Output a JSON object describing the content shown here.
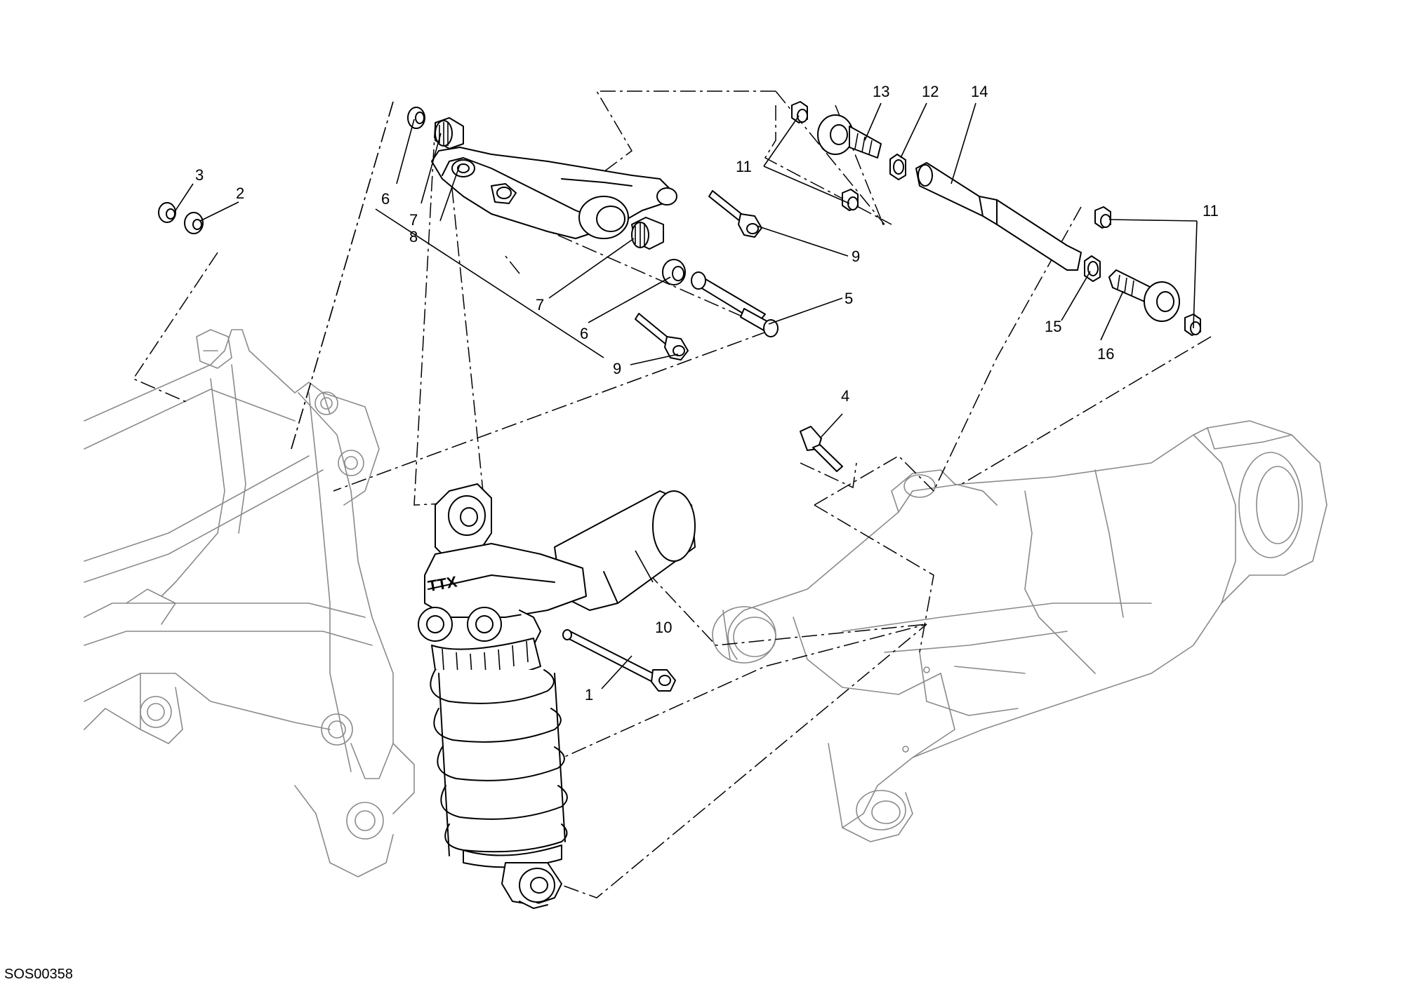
{
  "drawing_code": "SOS00358",
  "callouts": [
    {
      "id": "c1",
      "text": "1"
    },
    {
      "id": "c2",
      "text": "2"
    },
    {
      "id": "c3",
      "text": "3"
    },
    {
      "id": "c4",
      "text": "4"
    },
    {
      "id": "c5",
      "text": "5"
    },
    {
      "id": "c6a",
      "text": "6"
    },
    {
      "id": "c6b",
      "text": "6"
    },
    {
      "id": "c7a",
      "text": "7"
    },
    {
      "id": "c7b",
      "text": "7"
    },
    {
      "id": "c8",
      "text": "8"
    },
    {
      "id": "c9a",
      "text": "9"
    },
    {
      "id": "c9b",
      "text": "9"
    },
    {
      "id": "c10",
      "text": "10"
    },
    {
      "id": "c11a",
      "text": "11"
    },
    {
      "id": "c11b",
      "text": "11"
    },
    {
      "id": "c12",
      "text": "12"
    },
    {
      "id": "c13",
      "text": "13"
    },
    {
      "id": "c14",
      "text": "14"
    },
    {
      "id": "c15",
      "text": "15"
    },
    {
      "id": "c16",
      "text": "16"
    }
  ],
  "shock_logo": "TTX"
}
